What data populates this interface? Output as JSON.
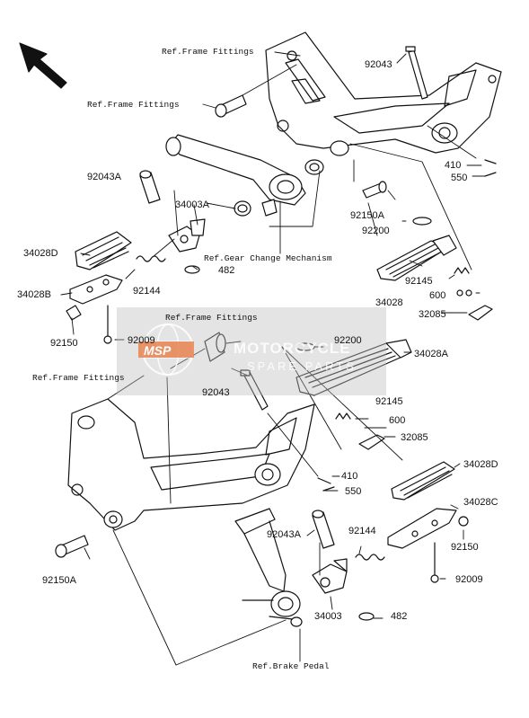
{
  "watermark": {
    "title": "MOTORCYCLE",
    "subtitle": "SPARE PARTS",
    "logo_text": "MSP",
    "color": "#c8c8c8"
  },
  "refs": {
    "frame_top1": "Ref.Frame Fittings",
    "frame_top2": "Ref.Frame Fittings",
    "gear_change": "Ref.Gear Change Mechanism",
    "frame_mid": "Ref.Frame Fittings",
    "frame_left": "Ref.Frame Fittings",
    "brake_pedal": "Ref.Brake Pedal"
  },
  "parts": {
    "p92043_top": "92043",
    "p92043A_top": "92043A",
    "p34003A": "34003A",
    "p410_top": "410",
    "p550_top": "550",
    "p92150A_top": "92150A",
    "p92200_top": "92200",
    "p34028D_top": "34028D",
    "p92144_top": "92144",
    "p482_top": "482",
    "p34028B": "34028B",
    "p92145_top": "92145",
    "p600_top": "600",
    "p34028": "34028",
    "p32085_top": "32085",
    "p92150_left": "92150",
    "p92009_left": "92009",
    "p92200_mid": "92200",
    "p34028A": "34028A",
    "p92043_mid": "92043",
    "p92145_mid": "92145",
    "p600_mid": "600",
    "p32085_mid": "32085",
    "p410_mid": "410",
    "p550_mid": "550",
    "p34028D_bot": "34028D",
    "p34028C": "34028C",
    "p92043A_bot": "92043A",
    "p92144_bot": "92144",
    "p92150_right": "92150",
    "p92009_right": "92009",
    "p34003": "34003",
    "p482_bot": "482",
    "p92150A_bot": "92150A"
  }
}
